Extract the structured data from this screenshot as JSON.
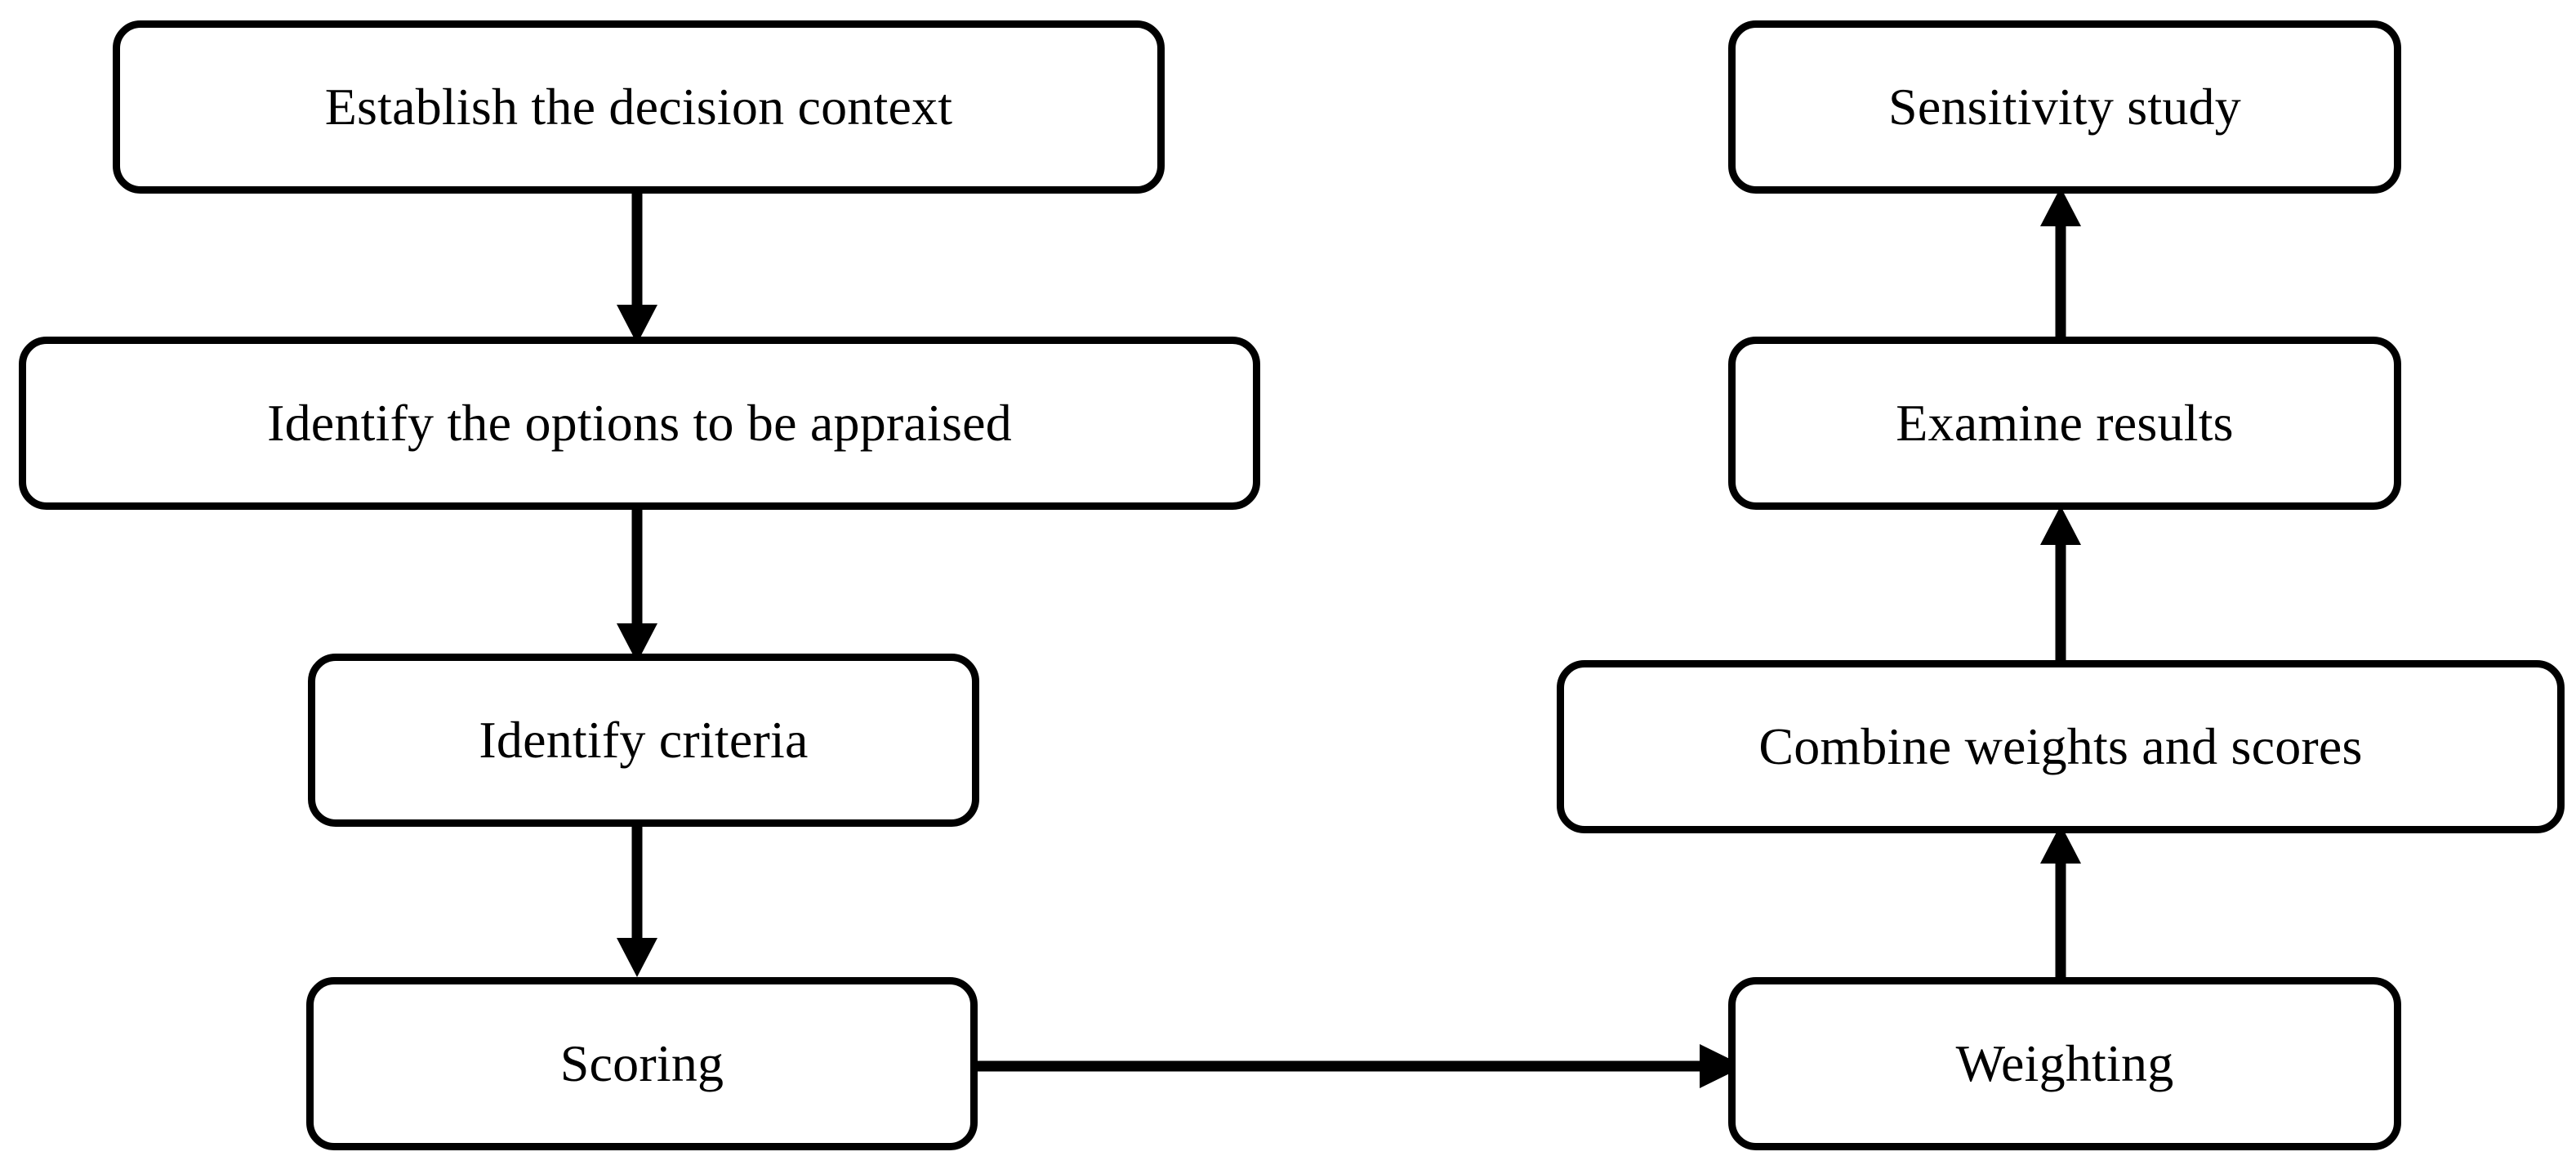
{
  "diagram": {
    "title": "Multi-criteria decision analysis process flowchart",
    "type": "flowchart",
    "background_color": "#ffffff",
    "stroke_color": "#000000",
    "text_color": "#000000",
    "nodes": [
      {
        "id": "establish-decision-context",
        "label": "Establish the decision context",
        "column": "left",
        "order": 1
      },
      {
        "id": "identify-options",
        "label": "Identify the options to be appraised",
        "column": "left",
        "order": 2
      },
      {
        "id": "identify-criteria",
        "label": "Identify criteria",
        "column": "left",
        "order": 3
      },
      {
        "id": "scoring",
        "label": "Scoring",
        "column": "left",
        "order": 4
      },
      {
        "id": "weighting",
        "label": "Weighting",
        "column": "right",
        "order": 5
      },
      {
        "id": "combine-weights-and-scores",
        "label": "Combine weights and scores",
        "column": "right",
        "order": 6
      },
      {
        "id": "examine-results",
        "label": "Examine results",
        "column": "right",
        "order": 7
      },
      {
        "id": "sensitivity-study",
        "label": "Sensitivity study",
        "column": "right",
        "order": 8
      }
    ],
    "edges": [
      {
        "from": "establish-decision-context",
        "to": "identify-options",
        "direction": "down"
      },
      {
        "from": "identify-options",
        "to": "identify-criteria",
        "direction": "down"
      },
      {
        "from": "identify-criteria",
        "to": "scoring",
        "direction": "down"
      },
      {
        "from": "scoring",
        "to": "weighting",
        "direction": "right"
      },
      {
        "from": "weighting",
        "to": "combine-weights-and-scores",
        "direction": "up"
      },
      {
        "from": "combine-weights-and-scores",
        "to": "examine-results",
        "direction": "up"
      },
      {
        "from": "examine-results",
        "to": "sensitivity-study",
        "direction": "up"
      }
    ]
  }
}
